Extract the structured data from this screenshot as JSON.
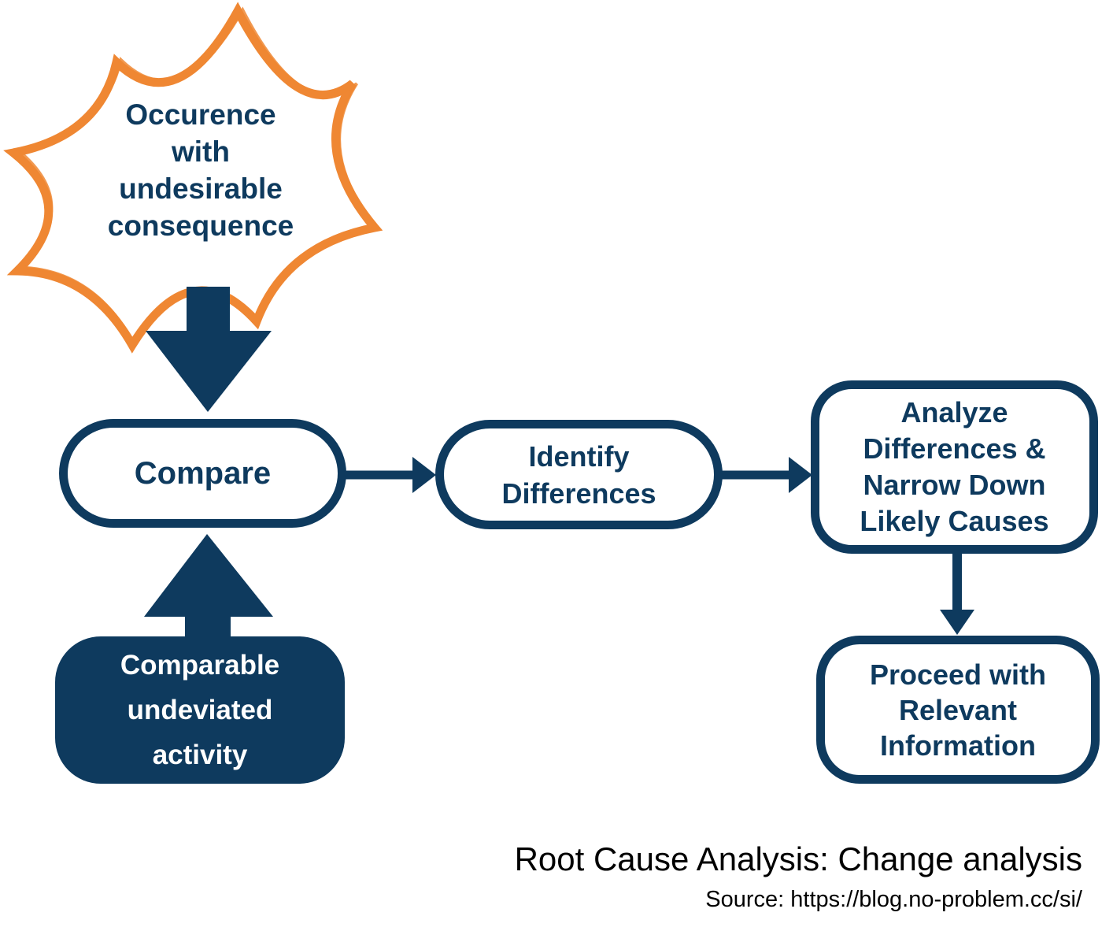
{
  "palette": {
    "navy": "#0e3a5e",
    "orange": "#ef8733",
    "white": "#ffffff",
    "black": "#000000"
  },
  "diagram": {
    "burst": {
      "label": "Occurence\nwith\nundesirable\nconsequence"
    },
    "nodes": {
      "compare": {
        "label": "Compare"
      },
      "identify": {
        "label": "Identify\nDifferences"
      },
      "analyze": {
        "label": "Analyze\nDifferences &\nNarrow Down\nLikely Causes"
      },
      "proceed": {
        "label": "Proceed with\nRelevant\nInformation"
      },
      "comparable": {
        "label": "Comparable\nundeviated\nactivity"
      }
    }
  },
  "footer": {
    "title": "Root Cause Analysis: Change analysis",
    "source": "Source: https://blog.no-problem.cc/si/"
  }
}
